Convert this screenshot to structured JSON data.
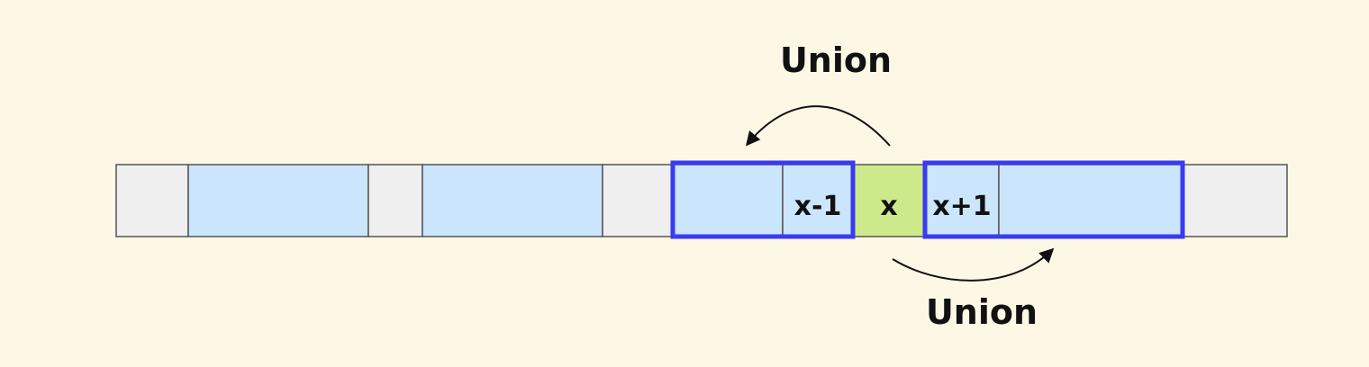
{
  "labels": {
    "union_top": "Union",
    "union_bottom": "Union",
    "cell_left": "x-1",
    "cell_mid": "x",
    "cell_right": "x+1"
  },
  "colors": {
    "background": "#fdf8e6",
    "empty_cell": "#efefef",
    "filled_cell": "#cbe5fc",
    "current_cell": "#cdea8a",
    "cell_border": "#555555",
    "group_border": "#3a3af0",
    "arrow": "#111111"
  }
}
